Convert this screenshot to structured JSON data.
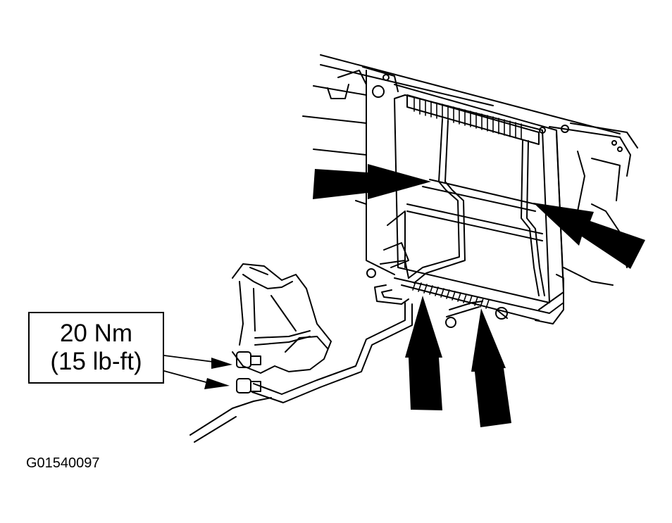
{
  "callout": {
    "metric": "20 Nm",
    "imperial": "(15 lb-ft)"
  },
  "figure_id": "G01540097",
  "colors": {
    "line": "#000000",
    "background": "#ffffff"
  }
}
